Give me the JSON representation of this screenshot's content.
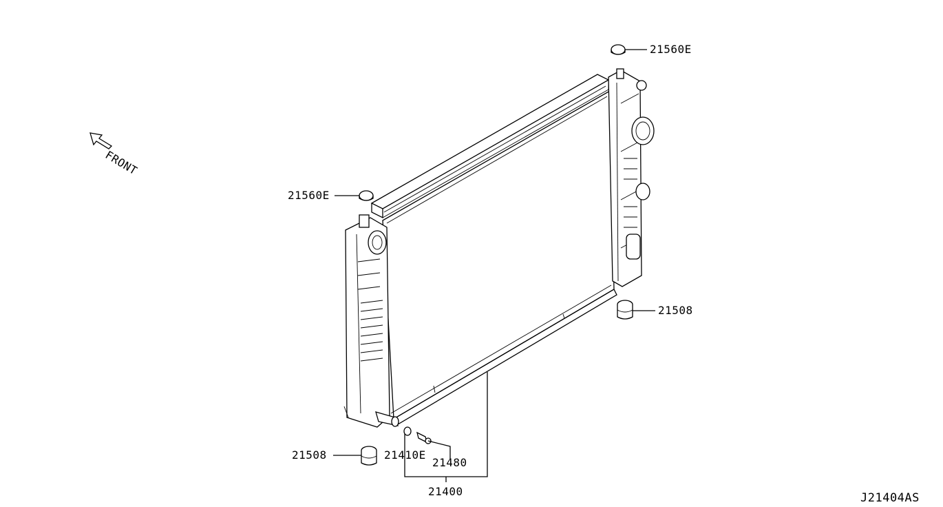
{
  "front_label": "FRONT",
  "diagram_code": "J21404AS",
  "parts": {
    "cap_top_right": "21560E",
    "cap_left": "21560E",
    "mount_right": "21508",
    "mount_left": "21508",
    "drain_seal": "21410E",
    "drain_plug": "21480",
    "radiator_assy": "21400"
  }
}
